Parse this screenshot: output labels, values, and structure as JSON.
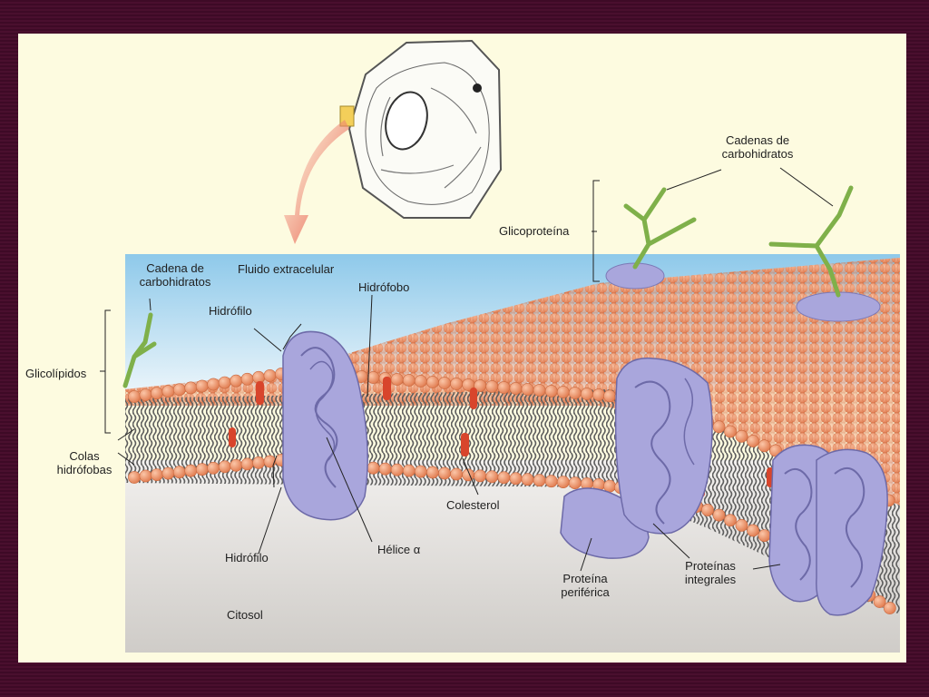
{
  "labels": {
    "cadenas_carbohidratos_top": "Cadenas de\ncarbohidratos",
    "glicoproteina": "Glicoproteína",
    "cadena_carbohidratos": "Cadena de\ncarbohidratos",
    "fluido_extracelular": "Fluido extracelular",
    "hidrofilo_top": "Hidrófilo",
    "hidrofobo": "Hidrófobo",
    "glicolipidos": "Glicolípidos",
    "colas_hidrofobas": "Colas\nhidrófobas",
    "colesterol": "Colesterol",
    "hidrofilo_bottom": "Hidrófilo",
    "helice": "Hélice α",
    "proteina_periferica": "Proteína\nperiférica",
    "proteinas_integrales": "Proteínas\nintegrales",
    "citosol": "Citosol"
  },
  "colors": {
    "frame": "#4a0f2e",
    "slide": "#fdfbe0",
    "phospholipid_head": "#ef8f66",
    "lipid_tail": "#5e5e5e",
    "protein": "#a9a6dc",
    "cholesterol": "#d8452c",
    "carbohydrate": "#7fb04a",
    "extracellular": "#a8d4ec",
    "cytosol": "#d9d6d2",
    "arrow": "#e23a26"
  }
}
